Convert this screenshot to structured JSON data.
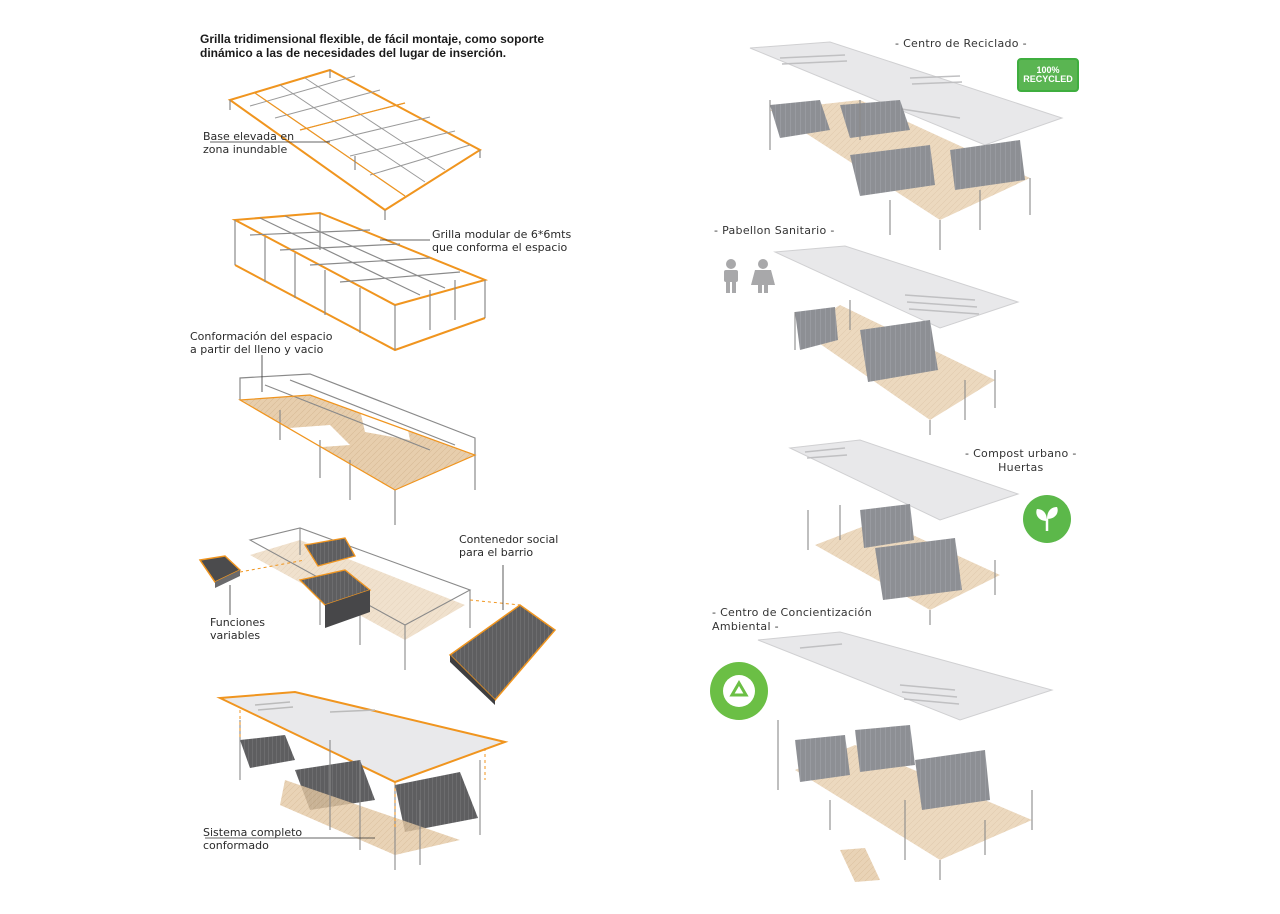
{
  "left": {
    "title_line1": "Grilla tridimensional flexible, de fácil montaje, como soporte",
    "title_line2": "dinámico a las de necesidades del lugar de inserción.",
    "step1_line1": "Base elevada en",
    "step1_line2": "zona inundable",
    "step2_line1": "Grilla modular  de 6*6mts",
    "step2_line2": "que conforma el espacio",
    "step3_line1": "Conformación del espacio",
    "step3_line2": "a partir del lleno y vacio",
    "step4a_line1": "Funciones",
    "step4a_line2": "variables",
    "step4b_line1": "Contenedor social",
    "step4b_line2": "para el barrio",
    "step5_line1": "Sistema completo",
    "step5_line2": "conformado"
  },
  "right": {
    "reciclado_title": "- Centro de Reciclado -",
    "sanitario_title": "- Pabellon Sanitario -",
    "compost_line1": "- Compost urbano -",
    "compost_line2": "Huertas",
    "concientizacion_line1": "- Centro de Concientización",
    "concientizacion_line2": "Ambiental -",
    "recycled_badge_line1": "100%",
    "recycled_badge_line2": "RECYCLED"
  },
  "colors": {
    "orange_accent": "#f0951f",
    "grid_gray": "#8a8a8a",
    "wood_floor": "#e2c4a0",
    "roof": "#e8e8ea",
    "container": "#6b6b6b",
    "eco_green": "#5cb84a"
  },
  "icons": [
    "recycled-badge-icon",
    "restroom-people-icon",
    "leaf-icon",
    "recycle-globe-icon"
  ]
}
